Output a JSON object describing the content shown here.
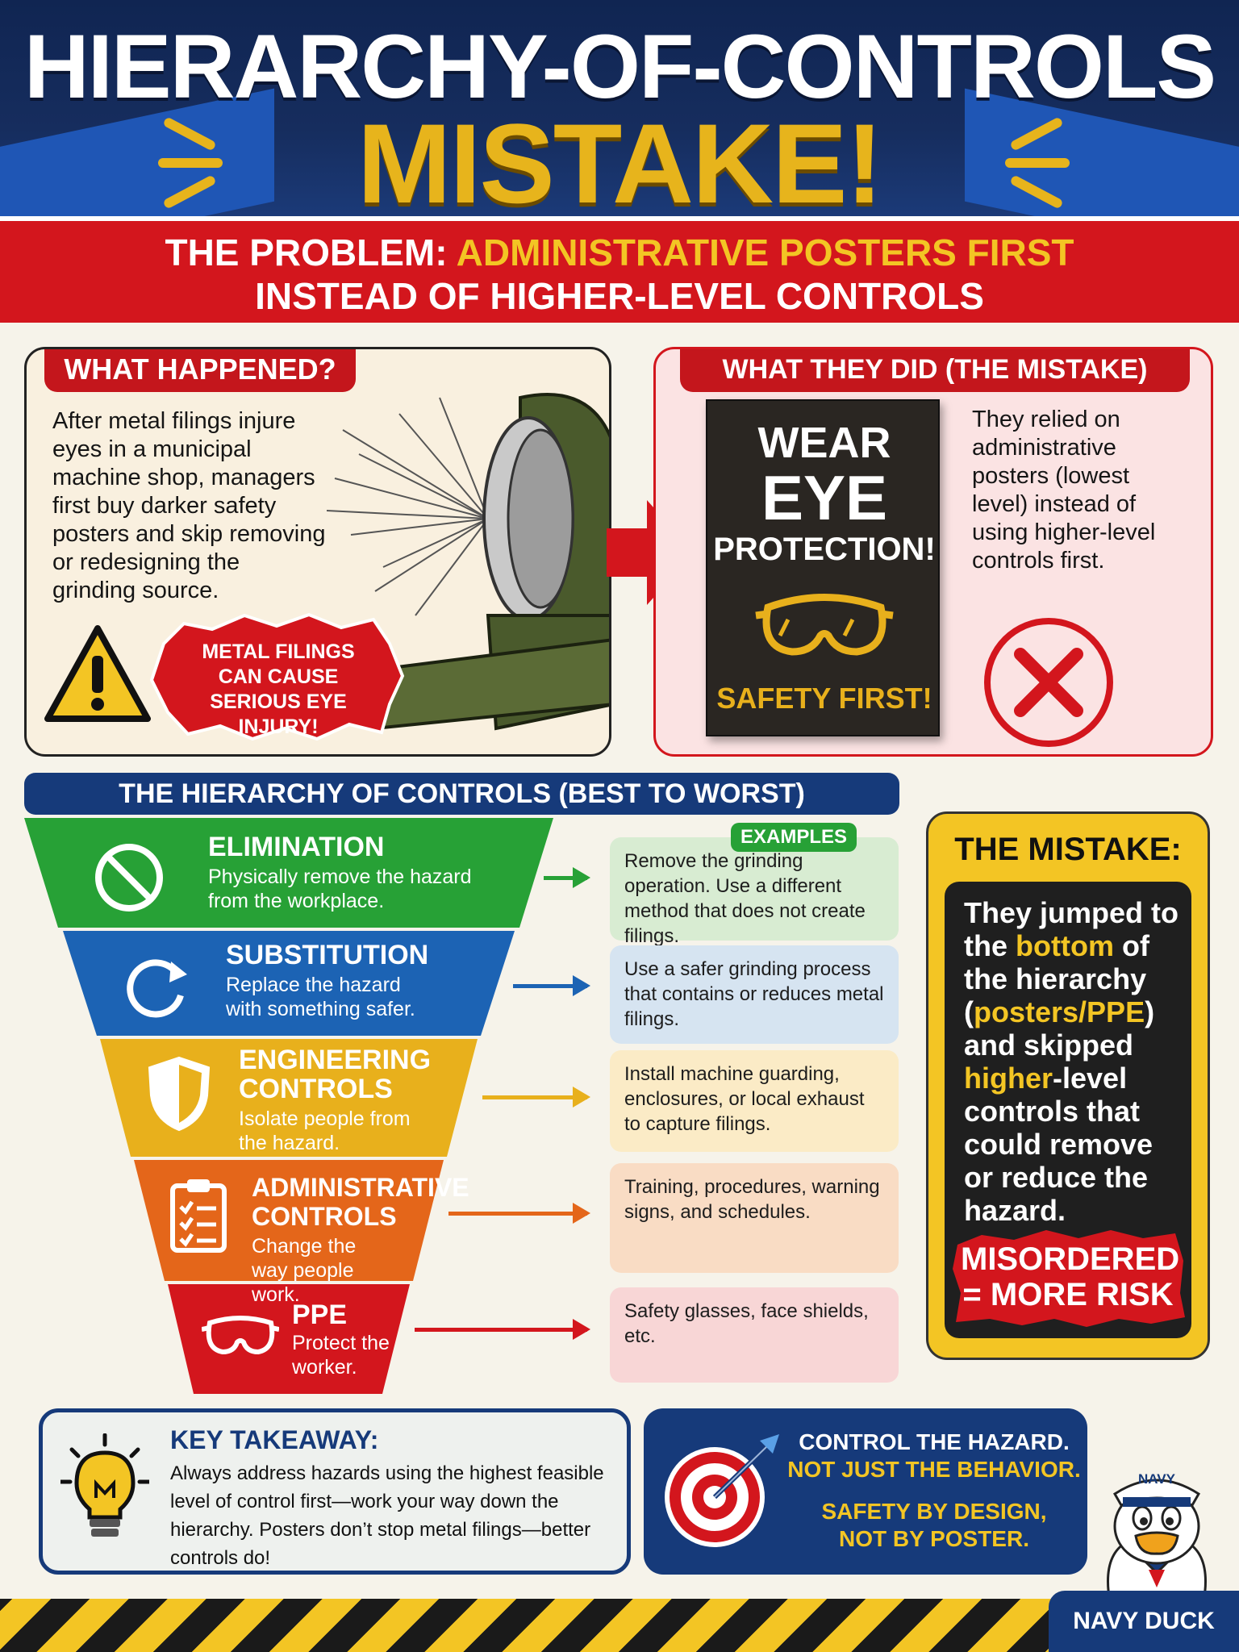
{
  "header": {
    "title_line1": "HIERARCHY-OF-CONTROLS",
    "title_line2": "MISTAKE!"
  },
  "problem": {
    "prefix": "THE PROBLEM:",
    "highlight": "ADMINISTRATIVE POSTERS FIRST",
    "line2": "INSTEAD OF HIGHER-LEVEL CONTROLS"
  },
  "what_happened": {
    "title": "WHAT HAPPENED?",
    "body": "After metal filings injure eyes in a municipal machine shop, managers first buy darker safety posters and skip removing or redesigning the grinding source.",
    "warning_burst": "METAL FILINGS CAN CAUSE SERIOUS EYE INJURY!",
    "icons": [
      "warning-triangle-icon",
      "bench-grinder-icon"
    ]
  },
  "what_they_did": {
    "title": "WHAT THEY DID (THE MISTAKE)",
    "poster_line1": "WEAR",
    "poster_line2": "EYE",
    "poster_line3": "PROTECTION!",
    "poster_footer": "SAFETY FIRST!",
    "body": "They relied on administrative posters (lowest level) instead of using higher-level controls first.",
    "icons": [
      "goggles-icon",
      "red-x-icon"
    ]
  },
  "hierarchy": {
    "title": "THE HIERARCHY OF CONTROLS (BEST TO WORST)",
    "examples_label": "EXAMPLES",
    "tiers": [
      {
        "name": "ELIMINATION",
        "desc": "Physically remove the hazard from the workplace.",
        "color": "#27a136",
        "icon": "no-sign-icon",
        "example": "Remove the grinding operation. Use a different method that does not create filings.",
        "example_bg": "#d8ecd2"
      },
      {
        "name": "SUBSTITUTION",
        "desc": "Replace the hazard with something safer.",
        "color": "#1c63b4",
        "icon": "swap-cycle-icon",
        "example": "Use a safer grinding process that contains or reduces metal filings.",
        "example_bg": "#d6e4f1"
      },
      {
        "name": "ENGINEERING CONTROLS",
        "desc": "Isolate people from the hazard.",
        "color": "#e8b01c",
        "icon": "shield-icon",
        "example": "Install machine guarding, enclosures, or local exhaust to capture filings.",
        "example_bg": "#fbebc6"
      },
      {
        "name": "ADMINISTRATIVE CONTROLS",
        "desc": "Change the way people work.",
        "color": "#e4661a",
        "icon": "clipboard-checklist-icon",
        "example": "Training, procedures, warning signs, and schedules.",
        "example_bg": "#f9dcc4"
      },
      {
        "name": "PPE",
        "desc": "Protect the worker.",
        "color": "#d3161d",
        "icon": "goggles-icon",
        "example": "Safety glasses, face shields, etc.",
        "example_bg": "#f8d6d6"
      }
    ]
  },
  "mistake_card": {
    "title": "THE MISTAKE:",
    "body_parts": [
      "They jumped to the ",
      "bottom",
      " of the hierarchy (",
      "posters/PPE",
      ") and skipped ",
      "higher",
      "-level controls that could remove or reduce the hazard."
    ],
    "badge": "MISORDERED = MORE RISK"
  },
  "takeaway": {
    "title": "KEY TAKEAWAY:",
    "body": "Always address hazards using the highest feasible level of control first—work your way down the hierarchy. Posters don’t stop metal filings—better controls do!",
    "icon": "lightbulb-icon"
  },
  "design": {
    "line1": "CONTROL THE HAZARD.",
    "line2": "NOT JUST THE BEHAVIOR.",
    "line3": "SAFETY BY DESIGN,",
    "line4": "NOT BY POSTER.",
    "icon": "target-arrow-icon"
  },
  "mascot": {
    "cap_text": "NAVY",
    "badge": "NAVY DUCK"
  },
  "colors": {
    "navy": "#163a7a",
    "red": "#d3161d",
    "yellow": "#f3c524",
    "gold_title": "#e7b41c"
  }
}
